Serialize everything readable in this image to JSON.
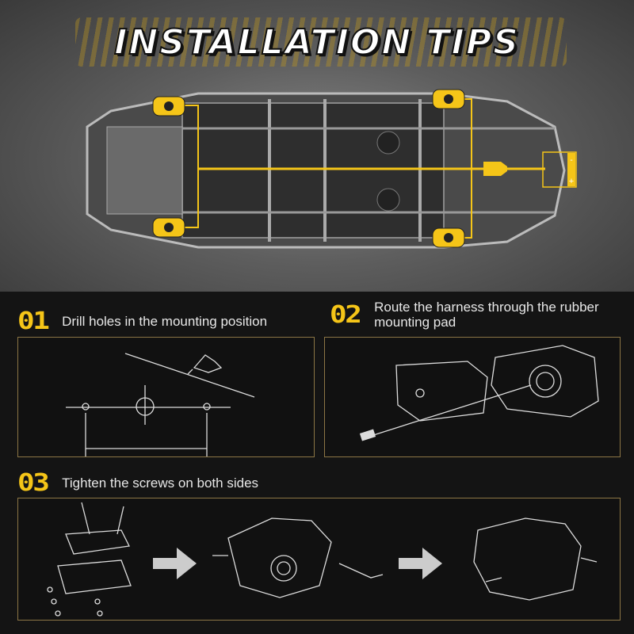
{
  "title": "INSTALLATION TIPS",
  "battery": {
    "minus": "-",
    "plus": "+"
  },
  "steps": [
    {
      "number": "01",
      "text": "Drill holes in the mounting position"
    },
    {
      "number": "02",
      "text": "Route the harness through the rubber mounting pad"
    },
    {
      "number": "03",
      "text": "Tighten the screws on both sides"
    }
  ],
  "colors": {
    "accent": "#f5c518",
    "panel_border": "#8c7645",
    "background": "#141414"
  }
}
